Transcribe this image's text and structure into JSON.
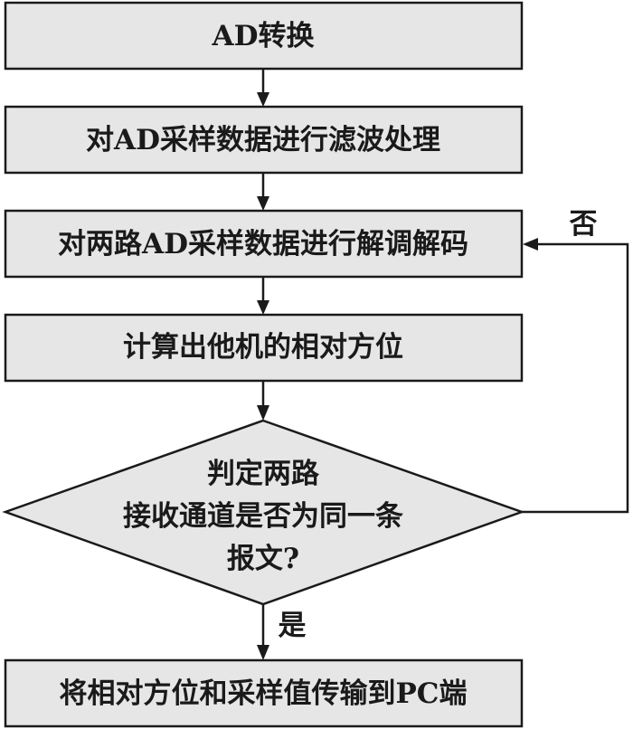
{
  "steps": [
    "AD转换",
    "对AD采样数据进行滤波处理",
    "对两路AD采样数据进行解调解码",
    "计算出他机的相对方位"
  ],
  "decision": {
    "lines": [
      "判定两路",
      "接收通道是否为同一条",
      "报文?"
    ]
  },
  "final_step": "将相对方位和采样值传输到PC端",
  "branches": {
    "yes": "是",
    "no": "否"
  }
}
